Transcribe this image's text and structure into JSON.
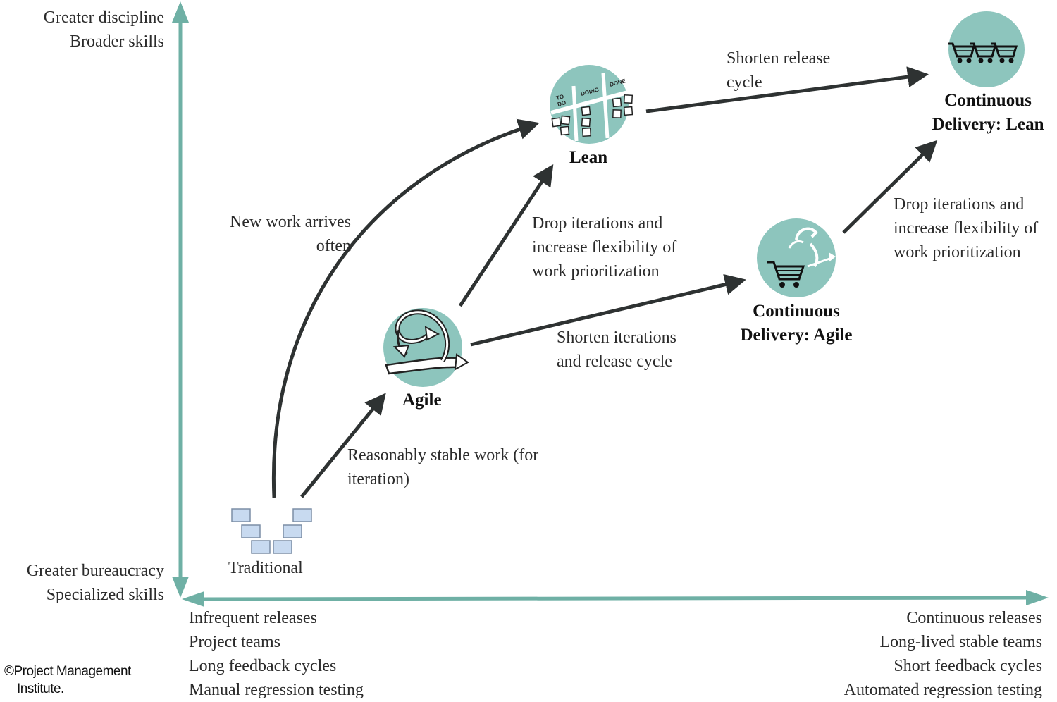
{
  "axes": {
    "y_top": [
      "Greater discipline",
      "Broader skills"
    ],
    "y_bottom": [
      "Greater bureaucracy",
      "Specialized skills"
    ],
    "x_left": [
      "Infrequent releases",
      "Project teams",
      "Long feedback cycles",
      "Manual regression testing"
    ],
    "x_right": [
      "Continuous releases",
      "Long-lived stable teams",
      "Short feedback cycles",
      "Automated regression testing"
    ]
  },
  "nodes": {
    "traditional": "Traditional",
    "agile": "Agile",
    "lean": "Lean",
    "cd_agile": [
      "Continuous",
      "Delivery: Agile"
    ],
    "cd_lean": [
      "Continuous",
      "Delivery: Lean"
    ]
  },
  "kanban": {
    "todo": [
      "TO",
      "DO"
    ],
    "doing": "DOING",
    "done": "DONE"
  },
  "transitions": {
    "trad_to_lean": [
      "New work arrives",
      "often"
    ],
    "trad_to_agile": [
      "Reasonably stable work (for",
      "iteration)"
    ],
    "agile_to_lean": [
      "Drop iterations and",
      "increase flexibility of",
      "work prioritization"
    ],
    "agile_to_cd_agile": [
      "Shorten iterations",
      "and release cycle"
    ],
    "lean_to_cd_lean": [
      "Shorten release",
      "cycle"
    ],
    "cd_agile_to_cd_lean": [
      "Drop iterations and",
      "increase flexibility of",
      "work prioritization"
    ]
  },
  "copyright": [
    "©Project Management",
    "Institute."
  ],
  "colors": {
    "teal": "#8dc5bd",
    "axis": "#6fb0a5",
    "arrow": "#2e3232"
  },
  "icons": {
    "traditional": "waterfall-blocks-icon",
    "agile": "iteration-loop-icon",
    "lean": "kanban-board-icon",
    "cd_agile": "shopping-cart-icon",
    "cd_lean": "shopping-carts-icon"
  }
}
